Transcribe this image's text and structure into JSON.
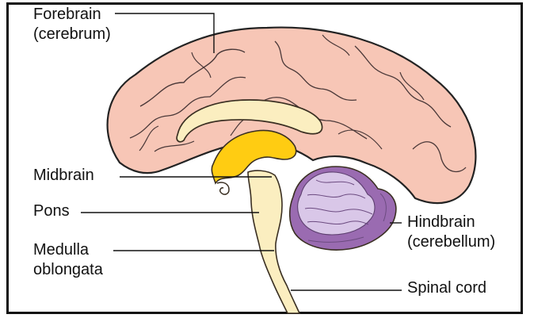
{
  "labels": {
    "forebrain": {
      "line1": "Forebrain",
      "line2": "(cerebrum)"
    },
    "midbrain": {
      "line1": "Midbrain"
    },
    "pons": {
      "line1": "Pons"
    },
    "medulla": {
      "line1": "Medulla",
      "line2": "oblongata"
    },
    "hindbrain": {
      "line1": "Hindbrain",
      "line2": "(cerebellum)"
    },
    "spinal_cord": {
      "line1": "Spinal cord"
    }
  },
  "colors": {
    "cerebrum": "#f7c6b6",
    "cerebrum_outline": "#232323",
    "corpus": "#fbeec0",
    "midbrain": "#ffcc12",
    "cerebellum_light": "#d9c7e8",
    "cerebellum_dark": "#9a6bb1",
    "brainstem": "#fbeec0",
    "leader_line": "#111111"
  }
}
